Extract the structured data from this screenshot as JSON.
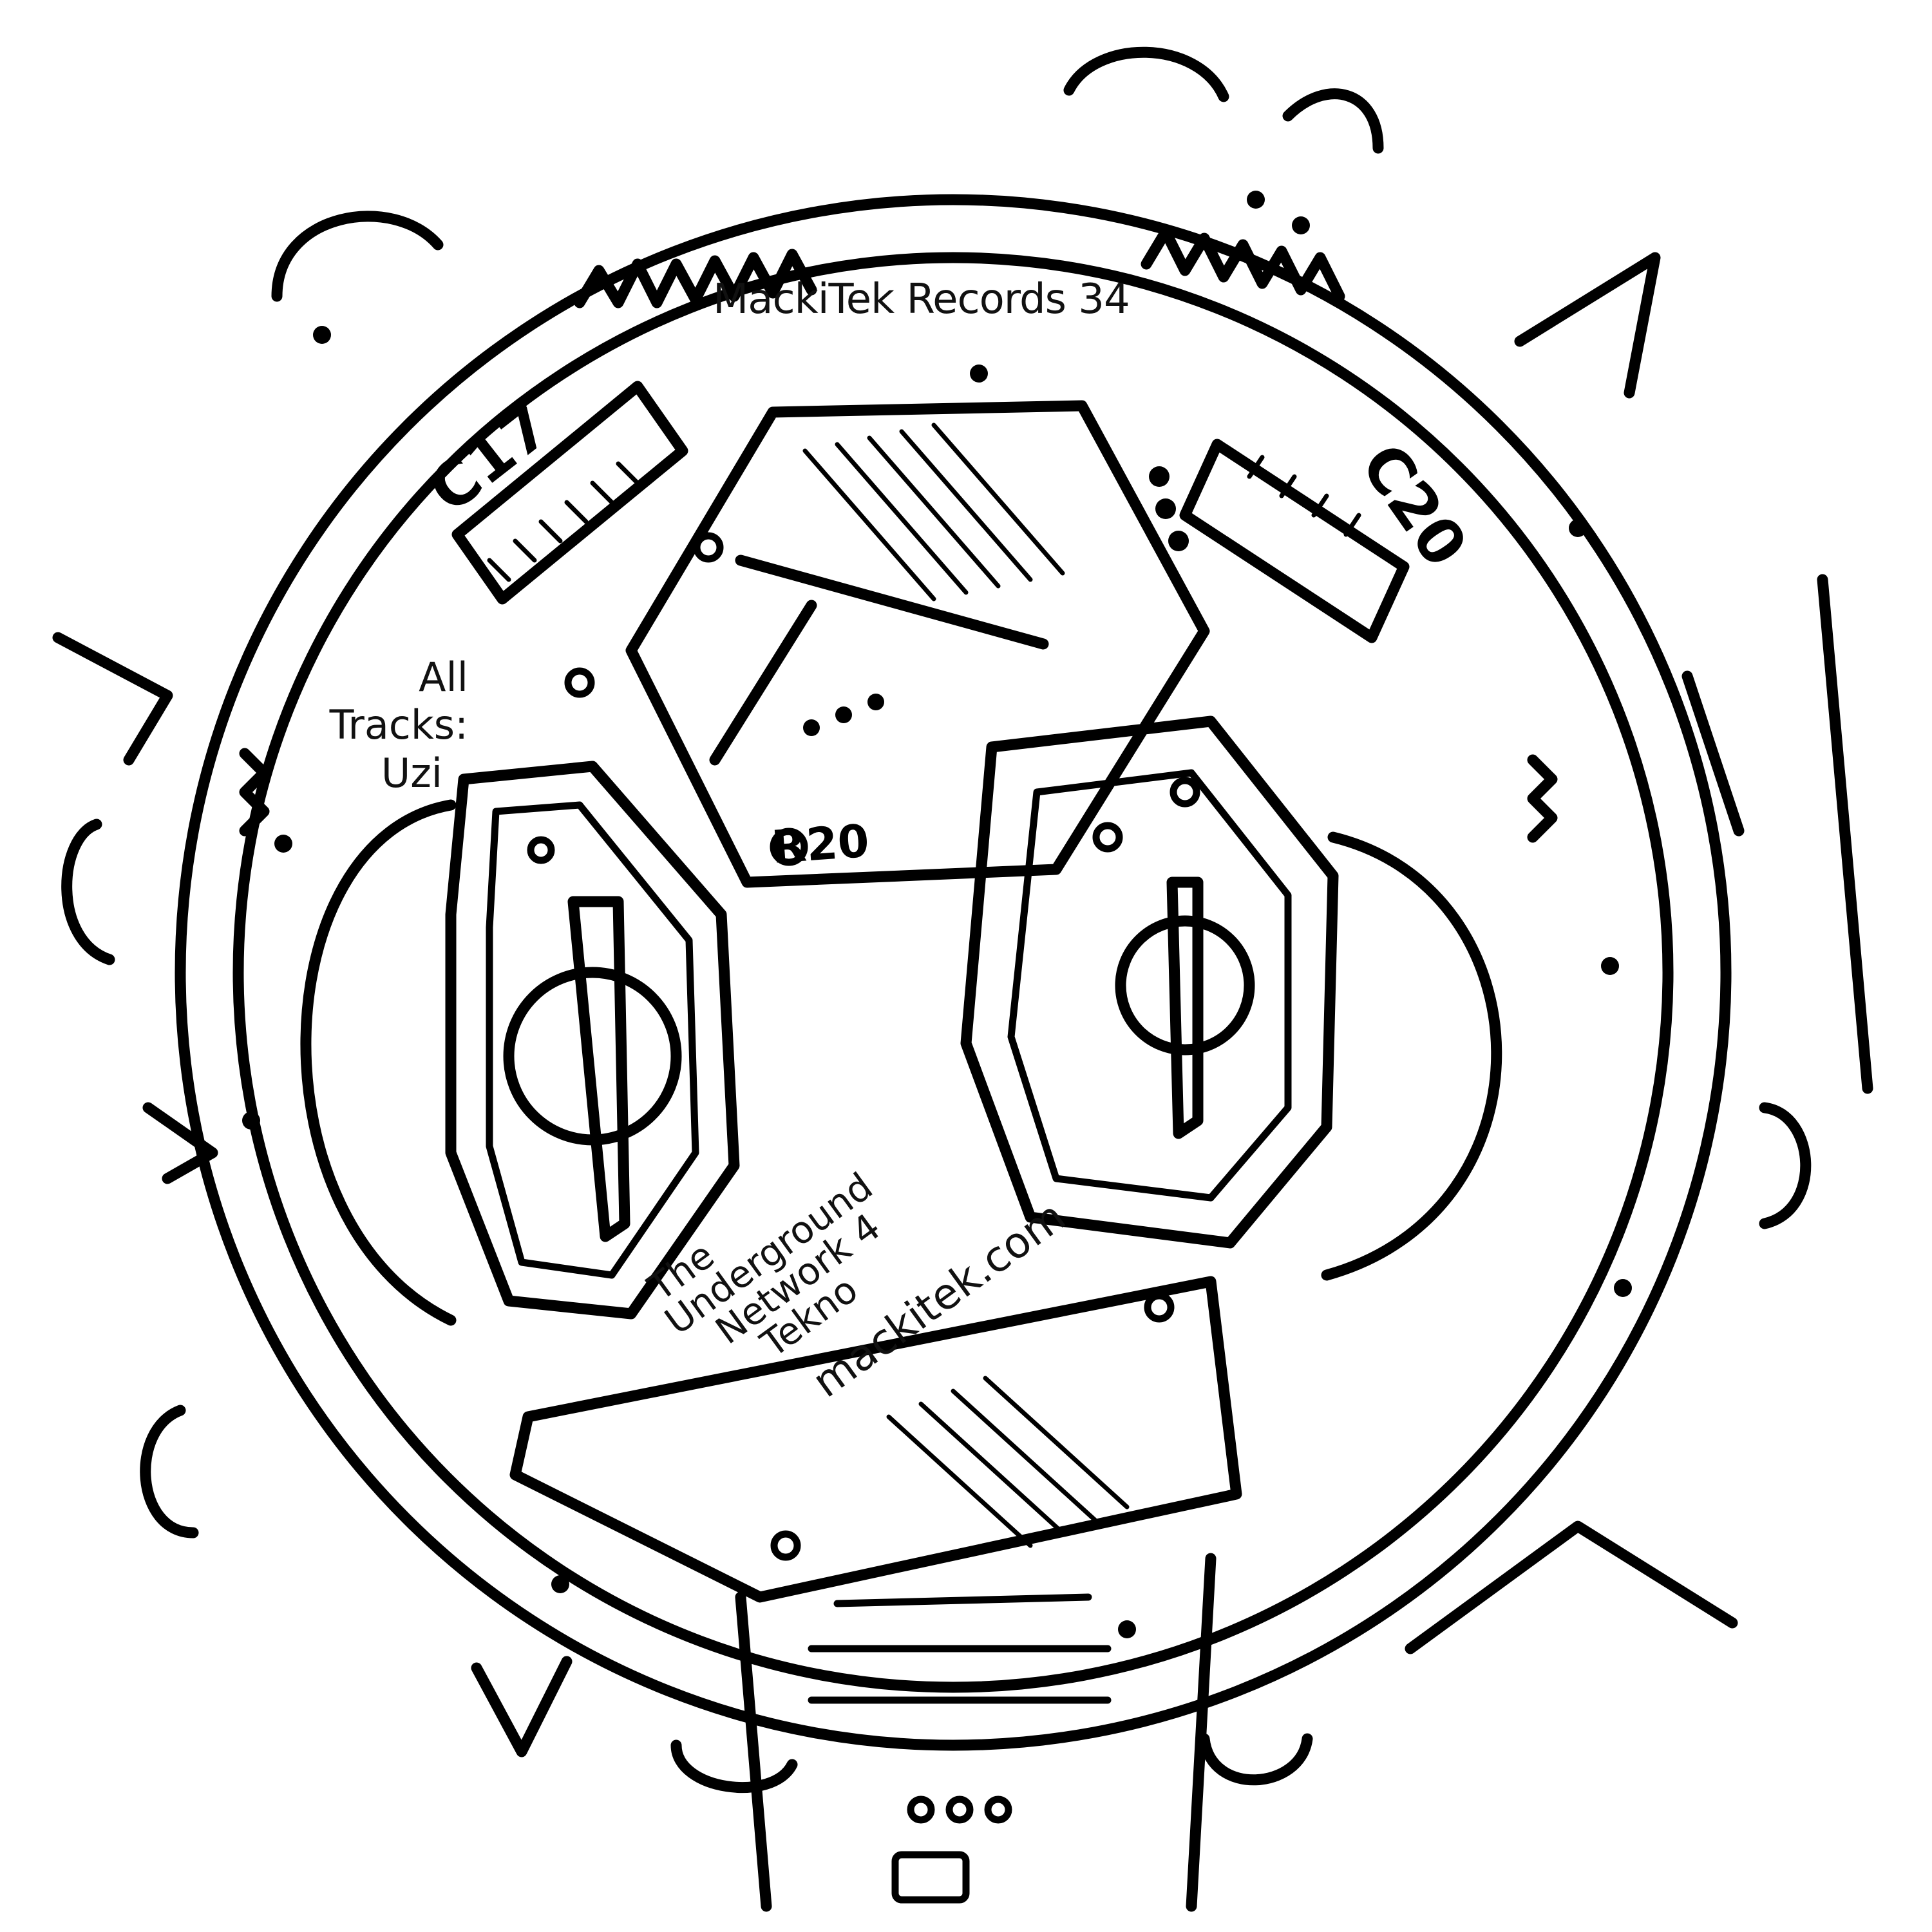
{
  "label": {
    "release_title": "MackiTek Records 34",
    "credits": {
      "heading": "All Tracks:",
      "artist": "Uzi"
    },
    "slogan": {
      "line1": "The",
      "line2": "Underground",
      "line3": "Network 4",
      "line4": "Tekno",
      "url": "mackitek.com"
    },
    "hand_lettering": {
      "left_tag": "C17",
      "right_tag": "C20",
      "center_tag": "R20"
    }
  },
  "colors": {
    "ink": "#000000",
    "paper": "#ffffff"
  }
}
